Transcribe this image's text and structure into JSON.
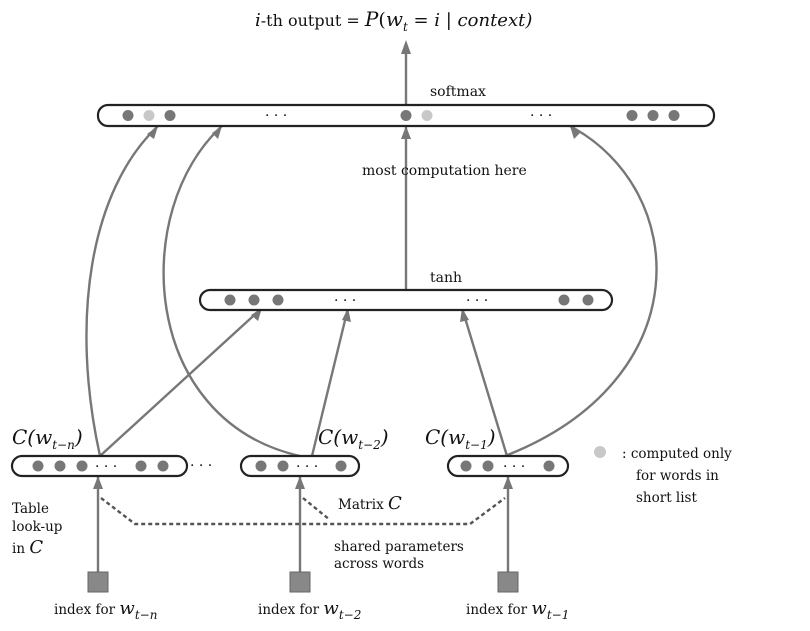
{
  "output": {
    "prefix": "i",
    "label": "-th output = ",
    "formula_fn": "P",
    "formula_open": "(",
    "formula_w": "w",
    "formula_sub": "t",
    "formula_rest": " = i | context)"
  },
  "layers": {
    "softmax": "softmax",
    "note": "most computation here",
    "tanh": "tanh"
  },
  "ellipsis": "· · ·",
  "inputs": [
    {
      "embed_fn": "C(",
      "w": "w",
      "sub": "t−n",
      "close": ")",
      "index_label": "index for ",
      "index_w": "w"
    },
    {
      "embed_fn": "C(",
      "w": "w",
      "sub": "t−2",
      "close": ")",
      "index_label": "index for ",
      "index_w": "w"
    },
    {
      "embed_fn": "C(",
      "w": "w",
      "sub": "t−1",
      "close": ")",
      "index_label": "index for ",
      "index_w": "w"
    }
  ],
  "lookup": {
    "line1": "Table",
    "line2": "look-up",
    "line3": "in ",
    "sym": "C"
  },
  "matrix": {
    "text": "Matrix ",
    "sym": "C"
  },
  "shared": {
    "line1": "shared parameters",
    "line2": "across words"
  },
  "legend": {
    "line1": ": computed only",
    "line2": "for words in",
    "line3": "short list",
    "light_color": "#c8c8c8"
  }
}
